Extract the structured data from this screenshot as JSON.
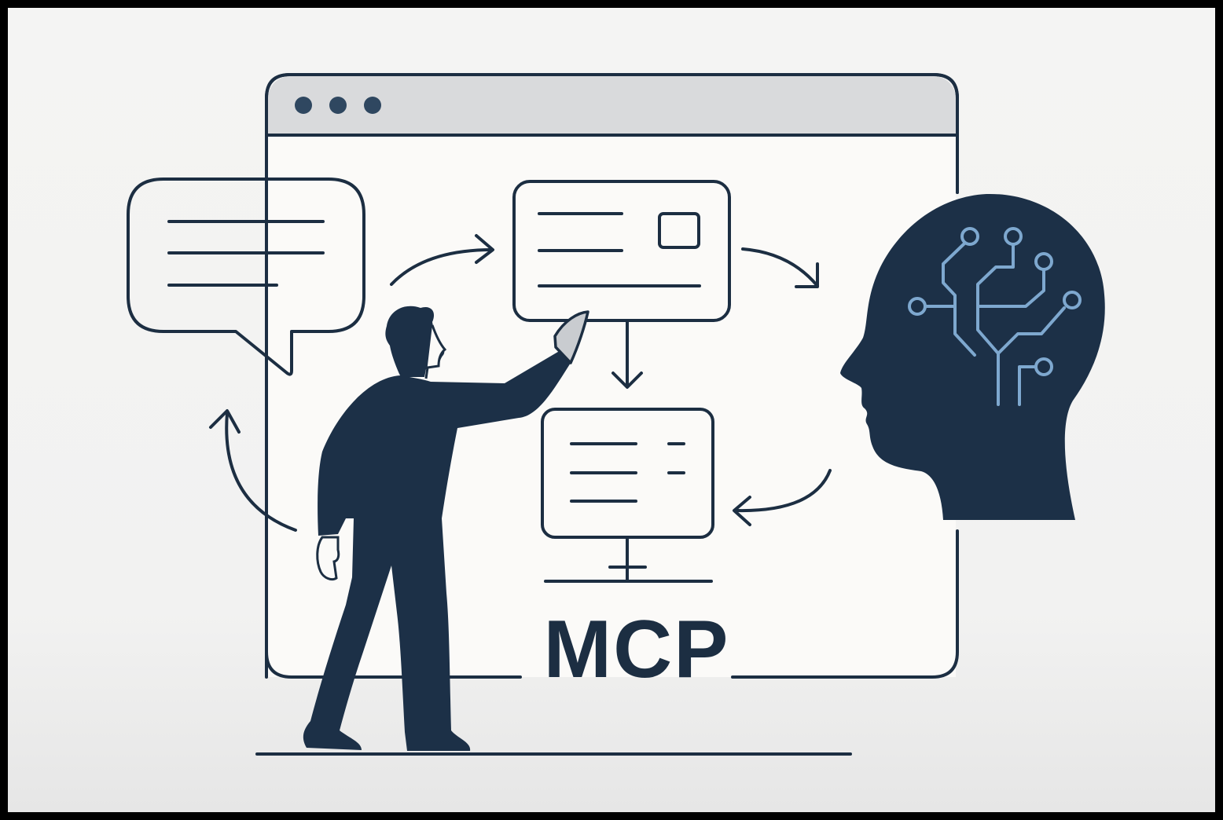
{
  "illustration": {
    "title_label": "MCP",
    "description": "Person interacting with cards inside a browser window, connected by arrows to a speech bubble and an AI head with circuit brain",
    "colors": {
      "ink": "#1c2e42",
      "silhouette": "#1c3047",
      "circuit": "#7ea8cf",
      "titlebar": "#d9dadc",
      "window_dot": "#2f4760",
      "card_fill": "#fbfaf8",
      "accent_square": "#d4d6d9",
      "background": "#f3f3f2",
      "border": "#000000"
    },
    "elements": {
      "browser_window": {
        "dots": 3
      },
      "speech_bubble": {
        "text_lines": 3
      },
      "top_card": {
        "text_lines": 3,
        "has_image_placeholder": true
      },
      "bottom_card": {
        "text_lines": 3,
        "dash_marks": 2,
        "has_stand": true
      },
      "ai_head": {
        "circuit_nodes": 6
      },
      "arrows": [
        "bubble-to-top-card",
        "top-card-to-head",
        "top-card-to-bottom-card",
        "head-to-bottom-card",
        "bottom-to-bubble"
      ]
    }
  }
}
